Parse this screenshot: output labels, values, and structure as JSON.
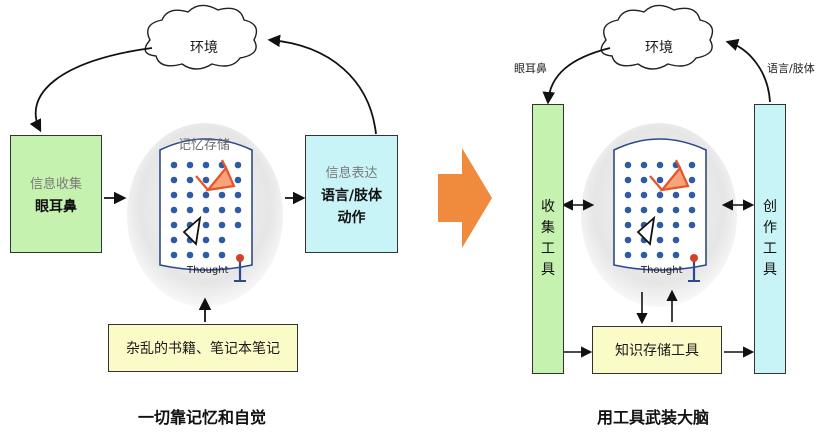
{
  "left": {
    "environment": "环境",
    "gather": {
      "title": "信息收集",
      "sub": "眼耳鼻"
    },
    "express": {
      "title": "信息表达",
      "sub1": "语言/肢体",
      "sub2": "动作"
    },
    "memory_label": "记忆存储",
    "thought_label": "Thought",
    "notes": "杂乱的书籍、笔记本笔记",
    "caption": "一切靠记忆和自觉"
  },
  "right": {
    "environment": "环境",
    "senses_label": "眼耳鼻",
    "speech_label": "语言/肢体",
    "collect_tool": [
      "收",
      "集",
      "工",
      "具"
    ],
    "create_tool": [
      "创",
      "作",
      "工",
      "具"
    ],
    "thought_label": "Thought",
    "knowledge": "知识存储工具",
    "caption": "用工具武装大脑"
  },
  "colors": {
    "green": "#c6f2b0",
    "cyan": "#c8f4f7",
    "yellow": "#fbfbc8",
    "arrow": "#f08a3c",
    "dot": "#2f5aa8"
  }
}
